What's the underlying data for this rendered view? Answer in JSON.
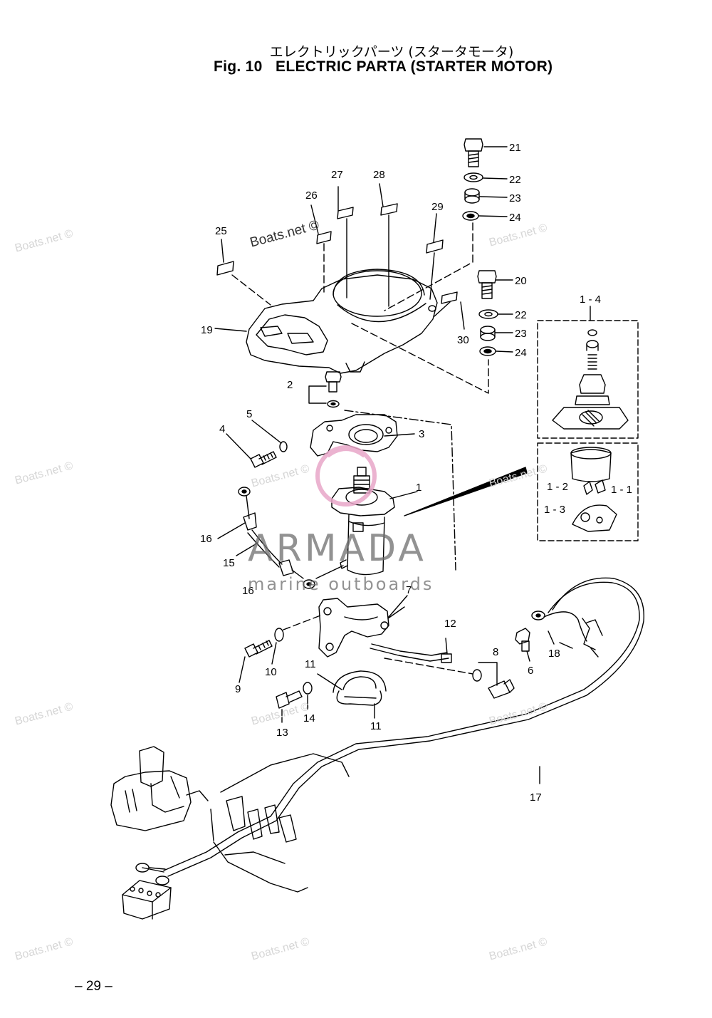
{
  "header": {
    "title_jp": "エレクトリックパーツ (スタータモータ)",
    "title_en": "Fig. 10   ELECTRIC PARTA (STARTER MOTOR)"
  },
  "watermarks": {
    "site": "Boats.net ©",
    "brand_main": "ARMADA",
    "brand_sub": "marine outboards"
  },
  "callouts": [
    "21",
    "22",
    "23",
    "24",
    "20",
    "22",
    "23",
    "24",
    "27",
    "28",
    "26",
    "29",
    "25",
    "30",
    "19",
    "2",
    "5",
    "4",
    "3",
    "1",
    "1 - 4",
    "1 - 2",
    "1 - 1",
    "1 - 3",
    "16",
    "15",
    "16",
    "7",
    "12",
    "8",
    "6",
    "18",
    "9",
    "10",
    "11",
    "11",
    "13",
    "14",
    "17"
  ],
  "page_number": "– 29 –",
  "colors": {
    "line": "#000000",
    "watermark": "#d6d6d6",
    "brand_pink": "#e8a6c8",
    "brand_grey": "#6e6e6e"
  }
}
